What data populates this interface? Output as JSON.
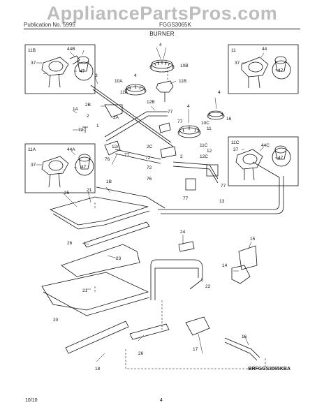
{
  "watermark": "AppliancePartsPros.com",
  "header": {
    "publication_left": "Publication No. 5995",
    "publication_right": "FGGS3065K",
    "section_title": "BURNER",
    "parts": {
      "p1": "1",
      "p1A": "1A",
      "p1B": "1B",
      "p2": "2",
      "p2A": "2A",
      "p2B": "2B",
      "p2C": "2C",
      "p3": "3",
      "p4a": "4",
      "p4b": "4",
      "p4c": "4",
      "p4d": "4",
      "p10A": "10A",
      "p10B": "10B",
      "p10C": "10C",
      "p11": "11",
      "p11A": "11A",
      "p11B": "11B",
      "p11C": "11C",
      "p11Ab": "11A",
      "p11Bb": "11B",
      "p11Cb": "11C",
      "p11b": "11",
      "p12": "12",
      "p12A": "12A",
      "p12B": "12B",
      "p12C": "12C",
      "p13": "13",
      "p14": "14",
      "p15": "15",
      "p16": "16",
      "p17": "17",
      "p18": "18",
      "p20": "20",
      "p21a": "21",
      "p21b": "21",
      "p22": "22",
      "p23": "23",
      "p24": "24",
      "p25": "25",
      "p26a": "26",
      "p26b": "26",
      "p37a": "37",
      "p37b": "37",
      "p37c": "37",
      "p37d": "37",
      "p44": "44",
      "p44A": "44A",
      "p44B": "44B",
      "p44C": "44C",
      "p47a": "47",
      "p47b": "47",
      "p47c": "47",
      "p47d": "47",
      "p72a": "72",
      "p72b": "72",
      "p72c": "72",
      "p76a": "76",
      "p76b": "76",
      "p77a": "77",
      "p77b": "77",
      "p77c": "77",
      "p77d": "77",
      "p77e": "77"
    }
  },
  "diagram_code": "BRFGGS3065KBA",
  "footer": {
    "date": "10/10",
    "page": "4"
  }
}
